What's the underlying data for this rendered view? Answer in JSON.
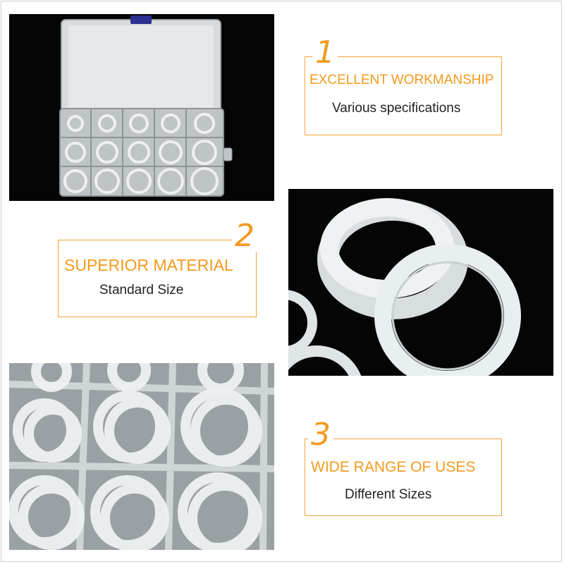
{
  "features": [
    {
      "number": "1",
      "heading": "EXCELLENT WORKMANSHIP",
      "subtitle": "Various specifications"
    },
    {
      "number": "2",
      "heading": "SUPERIOR MATERIAL",
      "subtitle": "Standard Size"
    },
    {
      "number": "3",
      "heading": "WIDE RANGE OF USES",
      "subtitle": "Different Sizes"
    }
  ],
  "colors": {
    "accent": "#f39a1e",
    "photo_background": "#050505",
    "ring": "#e9eef0"
  },
  "photos": [
    {
      "subject": "organizer-box-of-rings"
    },
    {
      "subject": "closeup-rings"
    },
    {
      "subject": "compartments-closeup"
    }
  ]
}
